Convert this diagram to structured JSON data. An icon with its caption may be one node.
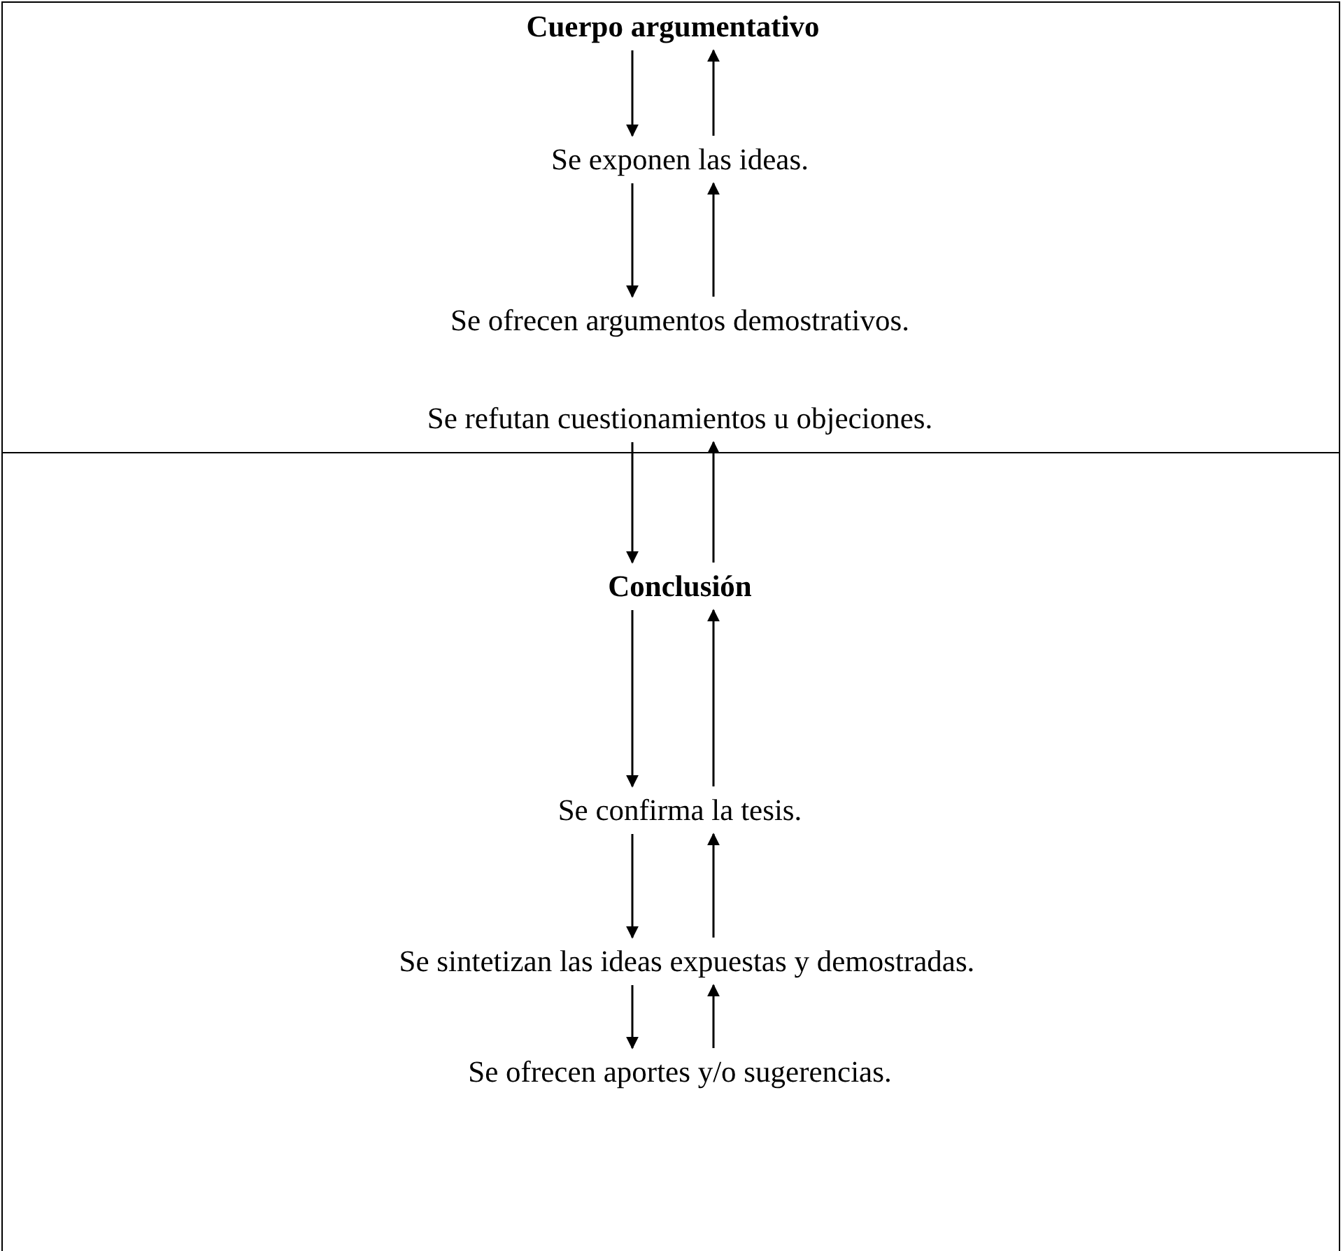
{
  "diagram": {
    "nodes": [
      {
        "text": [],
        "shape": "box"
      },
      {
        "text": [
          "Cuerpo argumentativo"
        ],
        "in": 0
      },
      {
        "text": [
          "Se exponen las ideas."
        ],
        "in": 0
      },
      {
        "text": [
          "Se ofrecen argumentos demostrativos."
        ],
        "in": 0
      },
      {
        "text": [
          "Se refutan cuestionamientos u objeciones."
        ],
        "in": 0
      },
      {
        "text": [],
        "shape": "box"
      },
      {
        "text": [
          "Conclusión"
        ],
        "in": 5
      },
      {
        "text": [
          "Se confirma la tesis."
        ],
        "in": 5
      },
      {
        "text": [
          "Se sintetizan las ideas expuestas y demostradas."
        ],
        "in": 5
      },
      {
        "text": [
          "Se ofrecen aportes y/o sugerencias."
        ],
        "in": 5
      }
    ],
    "edges": [
      {
        "from": 1,
        "to": 2,
        "arrow": "to"
      },
      {
        "from": 2,
        "to": 1,
        "arrow": "to"
      },
      {
        "from": 2,
        "to": 3,
        "arrow": "to"
      },
      {
        "from": 3,
        "to": 2,
        "arrow": "to"
      },
      {
        "from": 4,
        "to": 6,
        "arrow": "to"
      },
      {
        "from": 6,
        "to": 4,
        "arrow": "to"
      },
      {
        "from": 6,
        "to": 7,
        "arrow": "to"
      },
      {
        "from": 7,
        "to": 6,
        "arrow": "to"
      },
      {
        "from": 7,
        "to": 8,
        "arrow": "to"
      },
      {
        "from": 8,
        "to": 7,
        "arrow": "to"
      },
      {
        "from": 8,
        "to": 9,
        "arrow": "to"
      },
      {
        "from": 9,
        "to": 8,
        "arrow": "to"
      }
    ]
  }
}
